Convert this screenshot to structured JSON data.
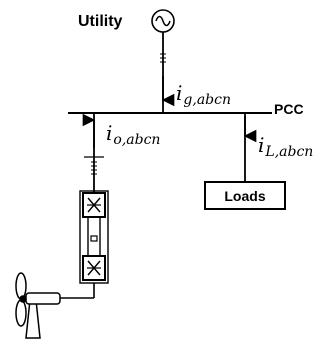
{
  "diagram": {
    "utility_label": "Utility",
    "pcc_label": "PCC",
    "loads_label": "Loads",
    "currents": {
      "grid": {
        "symbol": "i",
        "subscript": "g,abcn"
      },
      "output": {
        "symbol": "i",
        "subscript": "o,abcn"
      },
      "load": {
        "symbol": "i",
        "subscript": "L,abcn"
      }
    },
    "icons": {
      "utility_source": "ac-source-icon",
      "converter_top": "converter-icon",
      "converter_bottom": "converter-icon",
      "turbine": "wind-turbine-icon"
    }
  }
}
